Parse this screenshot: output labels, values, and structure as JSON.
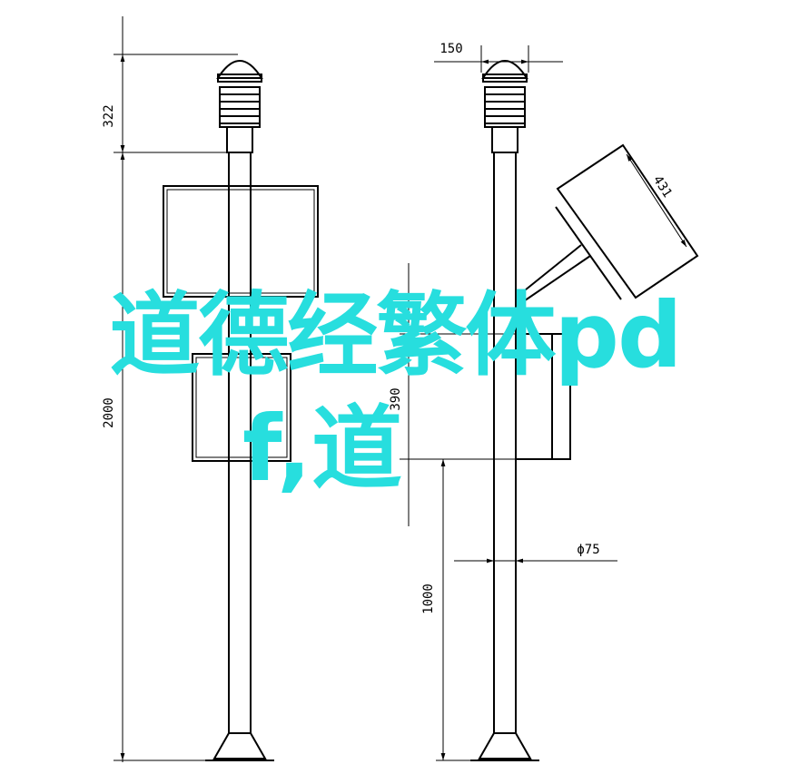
{
  "dimensions": {
    "left_top_height": "322",
    "left_total_height": "2000",
    "right_top_width": "150",
    "right_panel_length": "431",
    "right_box_height": "390",
    "right_pole_diameter": "ϕ75",
    "right_lower_height": "1000"
  },
  "overlay": {
    "line1": "道德经繁体pd",
    "line2": "f,道"
  }
}
